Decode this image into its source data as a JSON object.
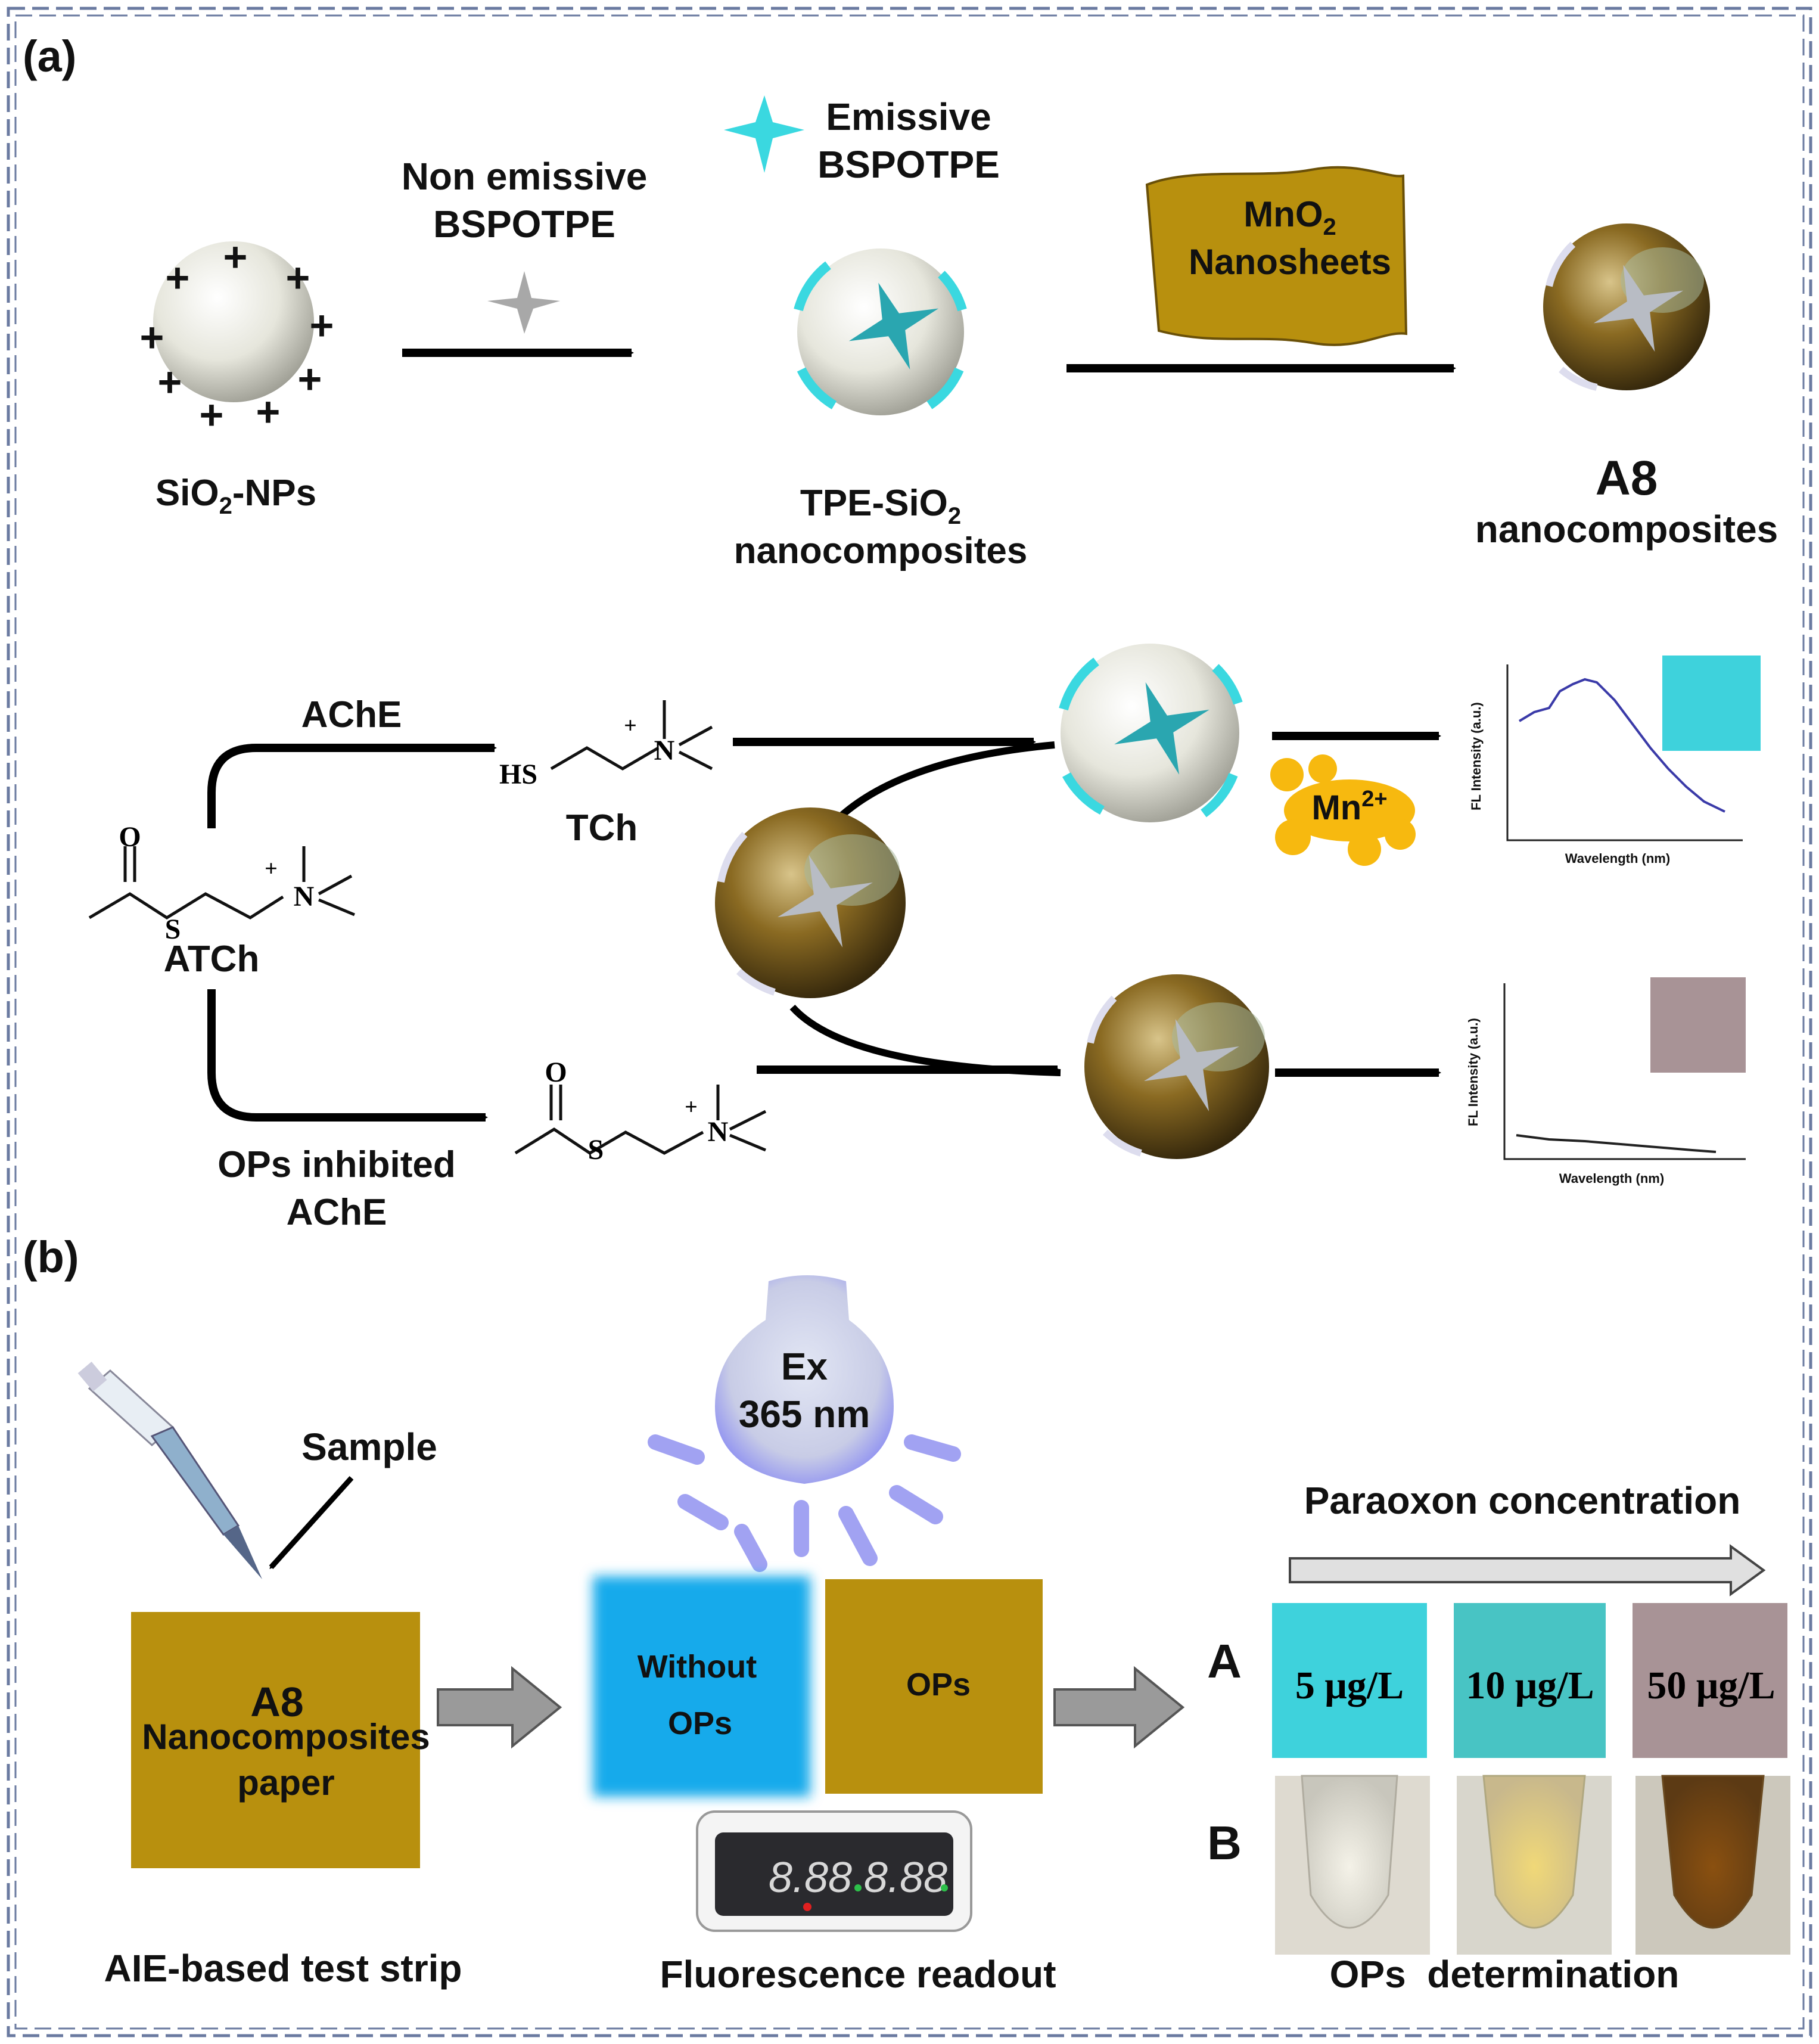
{
  "panel_a": {
    "label": "(a)",
    "sio2_label_1": "SiO",
    "sio2_label_sub": "2",
    "sio2_label_2": "-NPs",
    "non_emissive_1": "Non emissive",
    "non_emissive_2": "BSPOTPE",
    "emissive_1": "Emissive",
    "emissive_2": "BSPOTPE",
    "tpe_label_1": "TPE-SiO",
    "tpe_label_sub": "2",
    "tpe_label_2": "nanocomposites",
    "mno2_1": "MnO",
    "mno2_sub": "2",
    "mno2_2": "Nanosheets",
    "a8_1": "A8",
    "a8_2": "nanocomposites",
    "ache": "AChE",
    "hs": "HS",
    "tch": "TCh",
    "atch": "ATCh",
    "ops_inhibited_1": "OPs inhibited",
    "ops_inhibited_2": "AChE",
    "mn_ion": "Mn",
    "mn_charge": "2+",
    "plus": "+",
    "oxygen": "O",
    "sulfur": "S",
    "nitrogen": "N",
    "spectrum_ylabel": "FL Intensity (a.u.)",
    "spectrum_xlabel": "Wavelength (nm)"
  },
  "panel_b": {
    "label": "(b)",
    "sample": "Sample",
    "paper_1": "A8",
    "paper_2": "Nanocomposites",
    "paper_3": "paper",
    "ex_1": "Ex",
    "ex_2": "365 nm",
    "without_1": "Without",
    "without_2": "OPs",
    "ops": "OPs",
    "paraoxon": "Paraoxon concentration",
    "row_a": "A",
    "row_b": "B",
    "conc": [
      "5 μg/L",
      "10 μg/L",
      "50 μg/L"
    ],
    "display_value": "8.88",
    "caption_1": "AIE-based test strip",
    "caption_2": "Fluorescence readout",
    "caption_3": "OPs  determination"
  },
  "colors": {
    "border": "#6a7aa0",
    "mustard": "#b8900e",
    "cyan": "#3ad8e0",
    "blue_square": "#15aaeb",
    "tile_cyan": "#3ed2dc",
    "tile_mauve": "#a89396",
    "lamp": "#8a8cf0",
    "spectrum_line": "#3a3aa8"
  }
}
